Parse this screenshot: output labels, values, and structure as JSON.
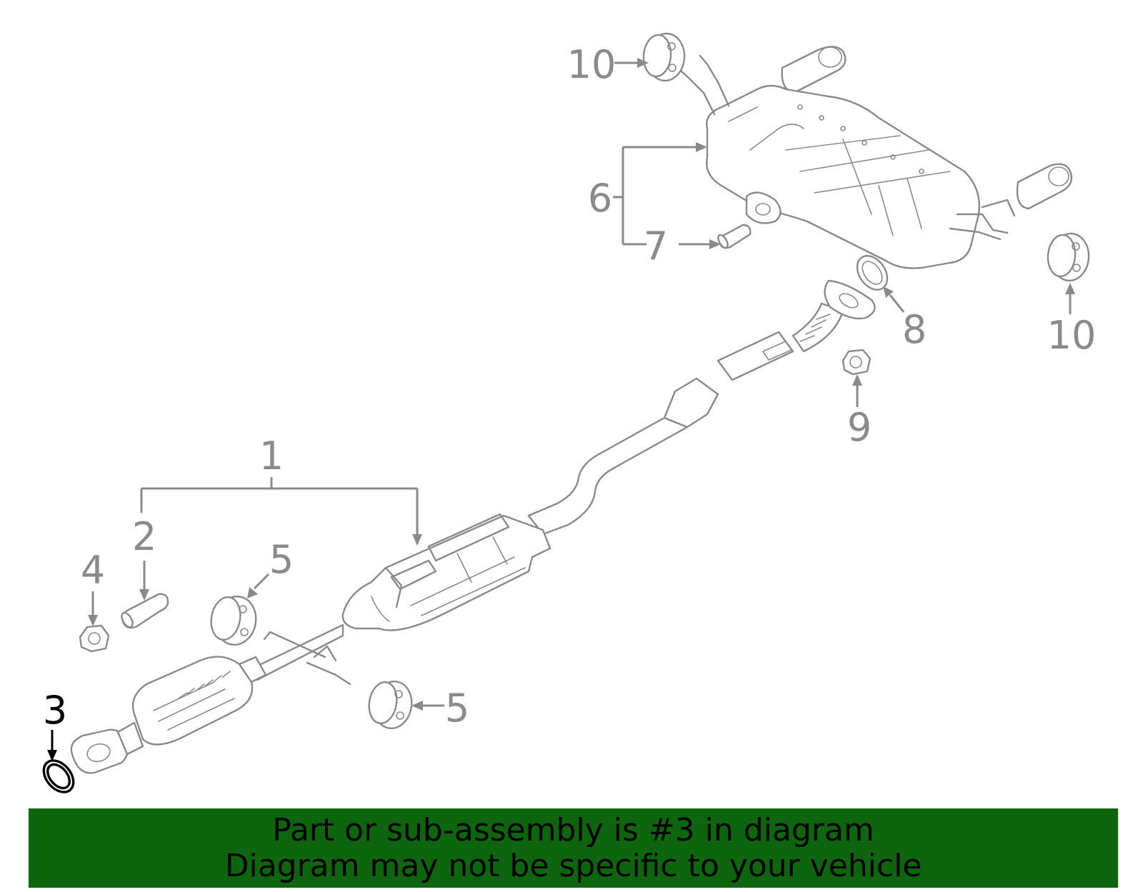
{
  "callouts": {
    "c1": "1",
    "c2": "2",
    "c3": "3",
    "c4": "4",
    "c5a": "5",
    "c5b": "5",
    "c6": "6",
    "c7": "7",
    "c8": "8",
    "c9": "9",
    "c10a": "10",
    "c10b": "10"
  },
  "highlighted_part": "3",
  "colors": {
    "line": "#8a8a8a",
    "highlight": "#000000",
    "banner": "#0d650d"
  },
  "banner": {
    "line1": "Part or sub-assembly is #3 in diagram",
    "line2": "Diagram may not be specific to your vehicle"
  }
}
